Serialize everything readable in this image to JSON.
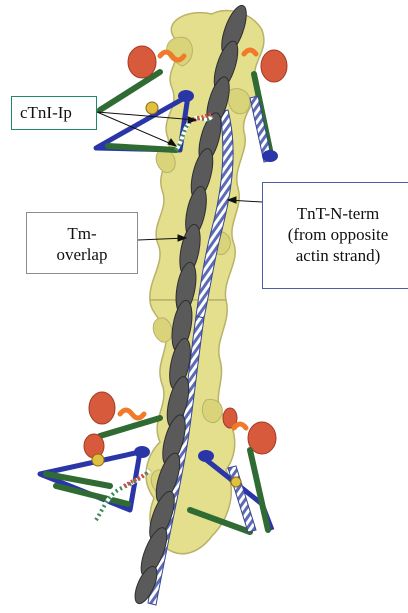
{
  "labels": {
    "ctni": "cTnI-Ip",
    "tm_overlap": "Tm-\noverlap",
    "tnt_nterm": "TnT-N-term\n(from opposite\nactin strand)"
  },
  "colors": {
    "actin": "#e3df8c",
    "actin_outline": "#b9b26a",
    "tropomyosin": "#5a5a5a",
    "tnt_stripes": "#5b6bb5",
    "troponin_red": "#d85a3c",
    "troponin_orange": "#f07a2a",
    "troponin_green": "#2f6b33",
    "troponin_blue": "#2a36a8",
    "ctni_box": "#1f8a6a",
    "tnt_box": "#4b5ea8",
    "tm_box": "#8c8c8c"
  }
}
